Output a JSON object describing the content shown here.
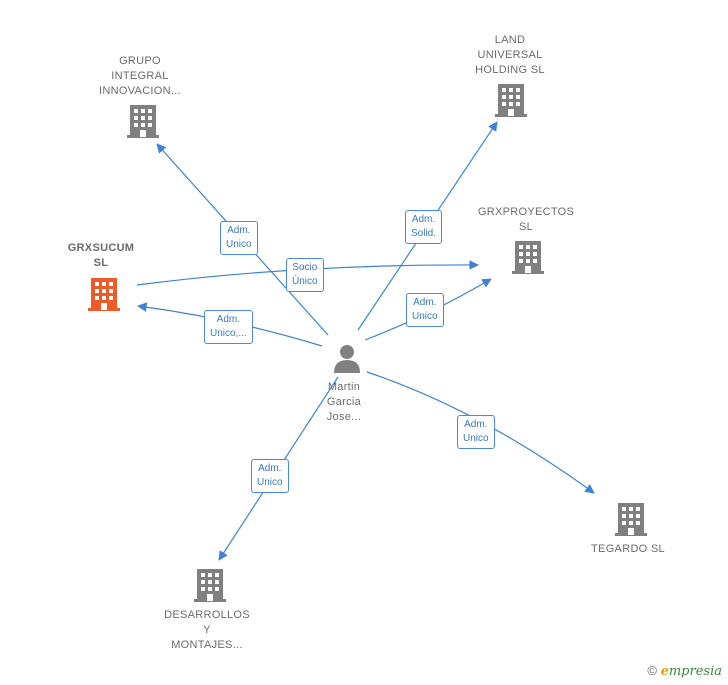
{
  "colors": {
    "edge": "#3d82d6",
    "building": "#808080",
    "building_highlight": "#f05a28",
    "person": "#808080"
  },
  "person": {
    "label": "Martin\nGarcia\nJose...",
    "icon": "person-icon"
  },
  "companies": [
    {
      "id": "grupo",
      "label": "GRUPO\nINTEGRAL\nINNOVACION...",
      "highlight": false
    },
    {
      "id": "land",
      "label": "LAND\nUNIVERSAL\nHOLDING  SL",
      "highlight": false
    },
    {
      "id": "grxproyectos",
      "label": "GRXPROYECTOS\nSL",
      "highlight": false
    },
    {
      "id": "grxsucum",
      "label": "GRXSUCUM\nSL",
      "highlight": true
    },
    {
      "id": "tegardo",
      "label": "TEGARDO SL",
      "highlight": false
    },
    {
      "id": "desarrollos",
      "label": "DESARROLLOS\nY\nMONTAJES...",
      "highlight": false
    }
  ],
  "edges": [
    {
      "id": "e-grupo",
      "label": "Adm.\nUnico"
    },
    {
      "id": "e-land",
      "label": "Adm.\nSolid."
    },
    {
      "id": "e-socio",
      "label": "Socio\nÚnico"
    },
    {
      "id": "e-grxproyectos",
      "label": "Adm.\nUnico"
    },
    {
      "id": "e-grxsucum",
      "label": "Adm.\nUnico,..."
    },
    {
      "id": "e-tegardo",
      "label": "Adm.\nUnico"
    },
    {
      "id": "e-desarrollos",
      "label": "Adm.\nUnico"
    }
  ],
  "brand": {
    "copyright": "©",
    "e": "e",
    "rest": "mpresia"
  }
}
